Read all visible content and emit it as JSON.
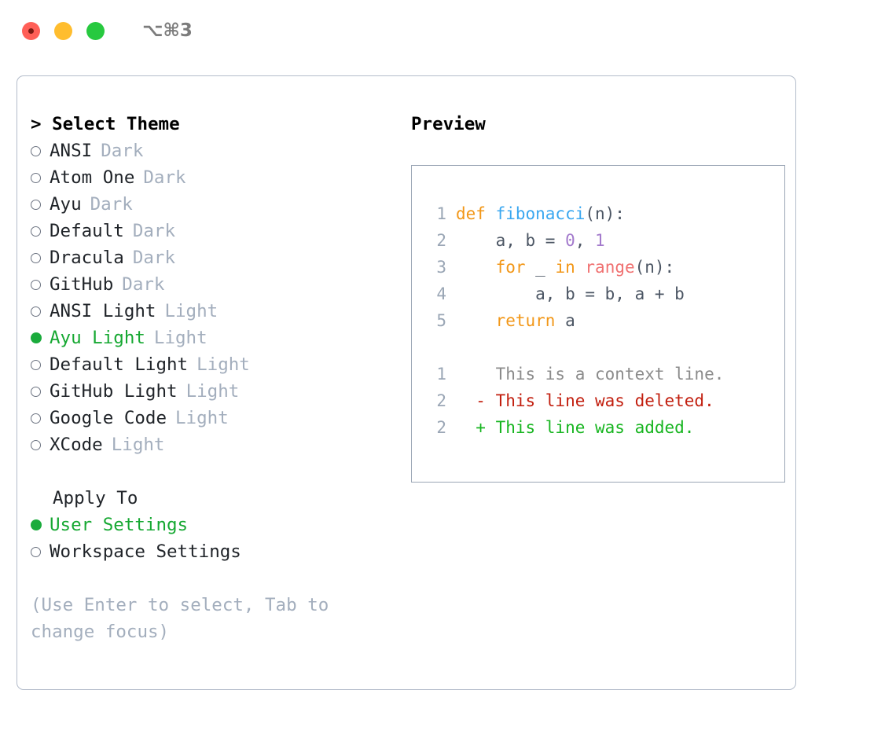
{
  "titlebar": {
    "shortcut": "⌥⌘3",
    "lights": [
      "close-red",
      "minimize-yellow",
      "maximize-green"
    ]
  },
  "left": {
    "heading": "> Select Theme",
    "themes": [
      {
        "label": "ANSI",
        "tag": "Dark",
        "selected": false
      },
      {
        "label": "Atom One",
        "tag": "Dark",
        "selected": false
      },
      {
        "label": "Ayu",
        "tag": "Dark",
        "selected": false
      },
      {
        "label": "Default",
        "tag": "Dark",
        "selected": false
      },
      {
        "label": "Dracula",
        "tag": "Dark",
        "selected": false
      },
      {
        "label": "GitHub",
        "tag": "Dark",
        "selected": false
      },
      {
        "label": "ANSI Light",
        "tag": "Light",
        "selected": false
      },
      {
        "label": "Ayu Light",
        "tag": "Light",
        "selected": true
      },
      {
        "label": "Default Light",
        "tag": "Light",
        "selected": false
      },
      {
        "label": "GitHub Light",
        "tag": "Light",
        "selected": false
      },
      {
        "label": "Google Code",
        "tag": "Light",
        "selected": false
      },
      {
        "label": "XCode",
        "tag": "Light",
        "selected": false
      }
    ],
    "apply_to_heading": "Apply To",
    "apply_to": [
      {
        "label": "User Settings",
        "selected": true
      },
      {
        "label": "Workspace Settings",
        "selected": false
      }
    ],
    "hint": "(Use Enter to select, Tab to change focus)"
  },
  "preview": {
    "heading": "Preview",
    "code": [
      {
        "no": "1",
        "tokens": [
          {
            "t": "def ",
            "c": "kw"
          },
          {
            "t": "fibonacci",
            "c": "fn"
          },
          {
            "t": "(n):",
            "c": "txt"
          }
        ]
      },
      {
        "no": "2",
        "tokens": [
          {
            "t": "    a, b = ",
            "c": "txt"
          },
          {
            "t": "0",
            "c": "num"
          },
          {
            "t": ", ",
            "c": "txt"
          },
          {
            "t": "1",
            "c": "num"
          }
        ]
      },
      {
        "no": "3",
        "tokens": [
          {
            "t": "    ",
            "c": "txt"
          },
          {
            "t": "for",
            "c": "kw"
          },
          {
            "t": " _ ",
            "c": "txt"
          },
          {
            "t": "in",
            "c": "kw"
          },
          {
            "t": " ",
            "c": "txt"
          },
          {
            "t": "range",
            "c": "call"
          },
          {
            "t": "(n):",
            "c": "txt"
          }
        ]
      },
      {
        "no": "4",
        "tokens": [
          {
            "t": "        a, b = b, a + b",
            "c": "txt"
          }
        ]
      },
      {
        "no": "5",
        "tokens": [
          {
            "t": "    ",
            "c": "txt"
          },
          {
            "t": "return",
            "c": "kw"
          },
          {
            "t": " a",
            "c": "txt"
          }
        ]
      }
    ],
    "diff": [
      {
        "no": "1",
        "marker": "  ",
        "text": "This is a context line.",
        "kind": "ctx"
      },
      {
        "no": "2",
        "marker": "- ",
        "text": "This line was deleted.",
        "kind": "del"
      },
      {
        "no": "2",
        "marker": "+ ",
        "text": "This line was added.",
        "kind": "add"
      }
    ]
  },
  "colors": {
    "selected_green": "#16a832",
    "tag_gray": "#a3aebd",
    "keyword_orange": "#f29718",
    "function_blue": "#39a7f0",
    "number_purple": "#a37acc",
    "call_red": "#f07171",
    "diff_delete": "#c21f0f",
    "diff_add": "#17b520",
    "border": "#b3bcca"
  }
}
